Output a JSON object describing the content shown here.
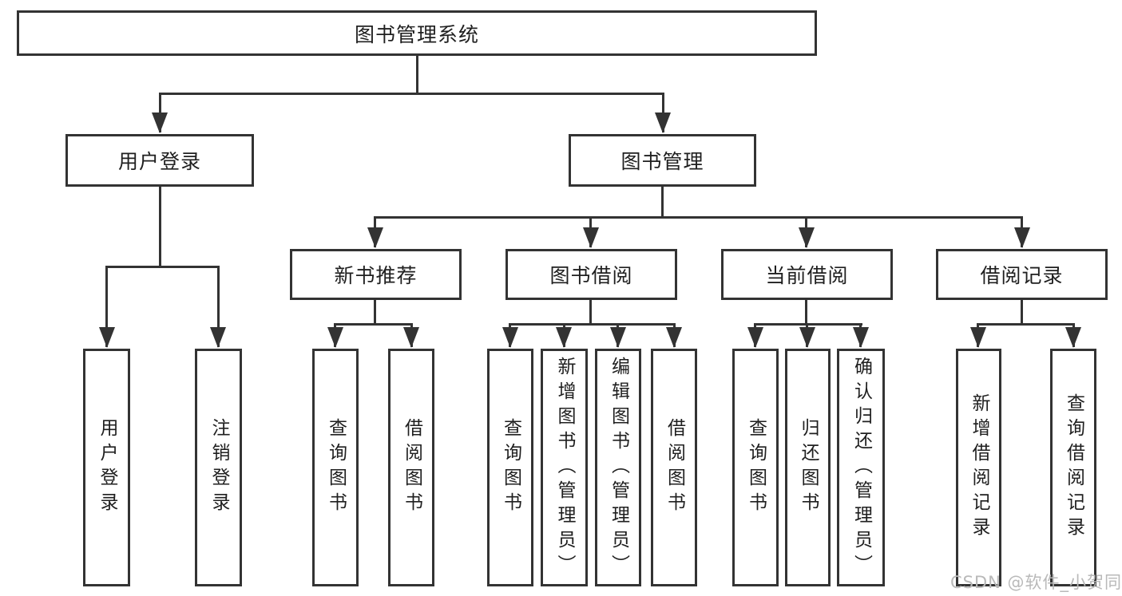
{
  "diagram_title": "图书管理系统",
  "tree": {
    "root": {
      "label": "图书管理系统"
    },
    "branches": [
      {
        "label": "用户登录",
        "leaves": [
          {
            "label": "用户登录"
          },
          {
            "label": "注销登录"
          }
        ]
      },
      {
        "label": "图书管理",
        "groups": [
          {
            "label": "新书推荐",
            "leaves": [
              {
                "label": "查询图书"
              },
              {
                "label": "借阅图书"
              }
            ]
          },
          {
            "label": "图书借阅",
            "leaves": [
              {
                "label": "查询图书"
              },
              {
                "label": "新增图书（管理员）"
              },
              {
                "label": "编辑图书（管理员）"
              },
              {
                "label": "借阅图书"
              }
            ]
          },
          {
            "label": "当前借阅",
            "leaves": [
              {
                "label": "查询图书"
              },
              {
                "label": "归还图书"
              },
              {
                "label": "确认归还（管理员）"
              }
            ]
          },
          {
            "label": "借阅记录",
            "leaves": [
              {
                "label": "新增借阅记录"
              },
              {
                "label": "查询借阅记录"
              }
            ]
          }
        ]
      }
    ]
  },
  "watermark": {
    "text": "CSDN @软件_小贺同学"
  },
  "colors": {
    "line": "#333333",
    "text": "#1f1f1f",
    "background": "#ffffff",
    "watermark": "#b9b9b9"
  }
}
